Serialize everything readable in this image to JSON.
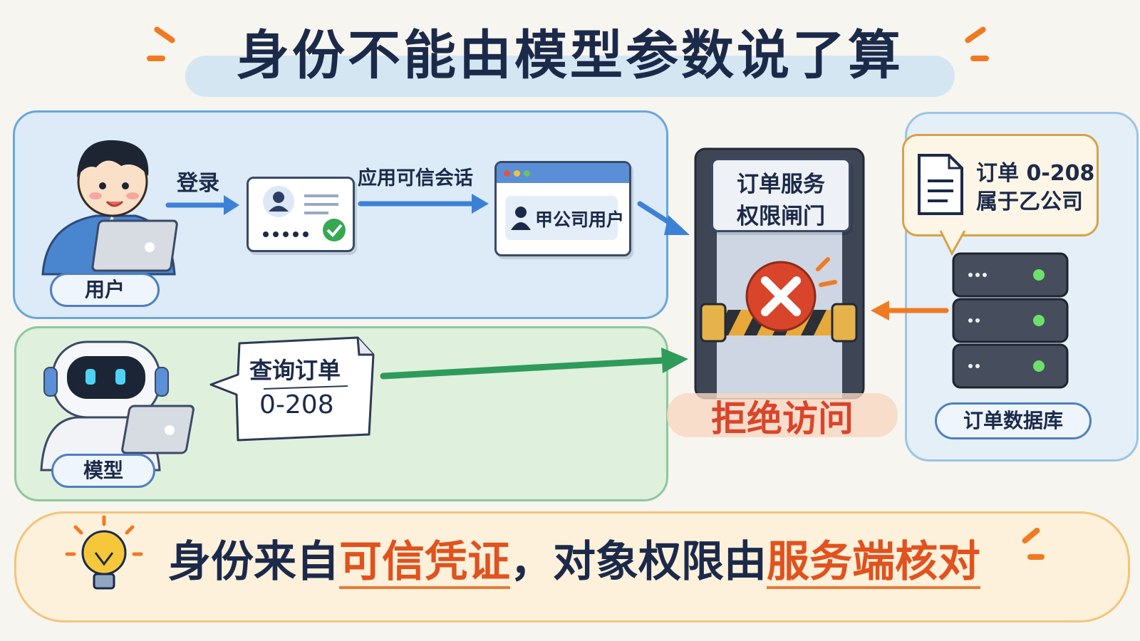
{
  "title": "身份不能由模型参数说了算",
  "user_lane": {
    "avatar_label": "用户",
    "step1_label": "登录",
    "step2_label": "应用可信会话",
    "session_user": "甲公司用户"
  },
  "model_lane": {
    "avatar_label": "模型",
    "query_line1": "查询订单",
    "query_line2": "0-208"
  },
  "gate": {
    "sign_line1": "订单服务",
    "sign_line2": "权限闸门",
    "result": "拒绝访问"
  },
  "database": {
    "note_line1": "订单 0-208",
    "note_line2": "属于乙公司",
    "label": "订单数据库"
  },
  "tagline": {
    "part1": "身份来自",
    "highlight1": "可信凭证",
    "part2": "，对象权限由",
    "highlight2": "服务端核对"
  },
  "colors": {
    "accent_orange": "#f07a22",
    "user_blue": "#4a90d9",
    "model_green": "#2e9b5a",
    "deny_red": "#d9452b"
  }
}
